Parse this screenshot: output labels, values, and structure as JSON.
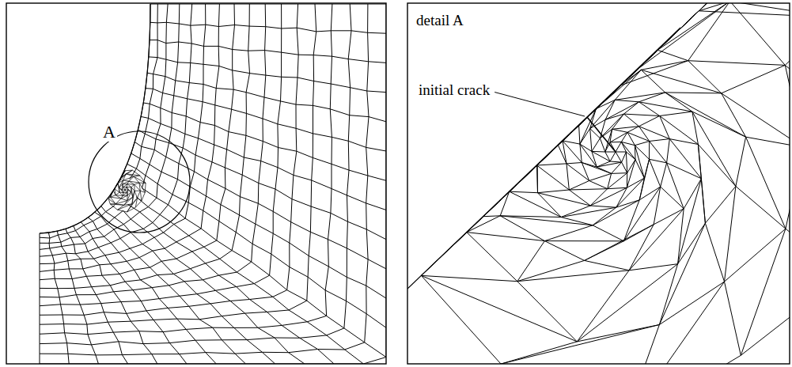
{
  "diagram": {
    "labels": [
      "A",
      "detail A",
      "initial crack"
    ]
  }
}
